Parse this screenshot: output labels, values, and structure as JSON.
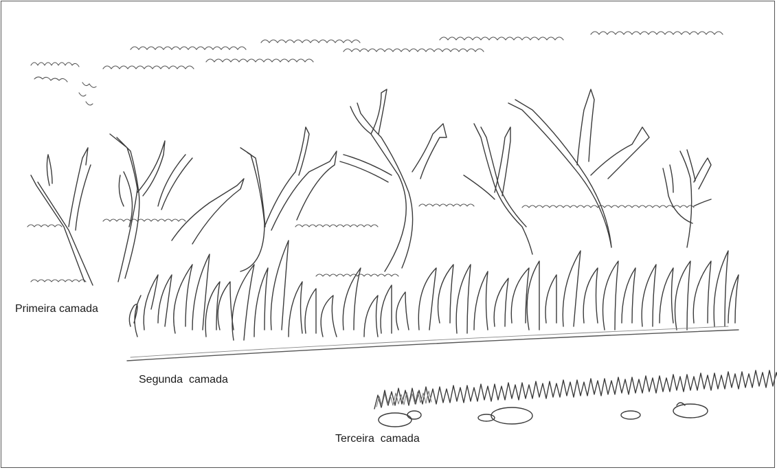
{
  "labels": {
    "layer1": "Primeira camada",
    "layer2": "Segunda  camada",
    "layer3": "Terceira  camada"
  },
  "colors": {
    "ink": "#3a3a3a",
    "light_ink": "#8a8a8a",
    "border": "#555555"
  }
}
